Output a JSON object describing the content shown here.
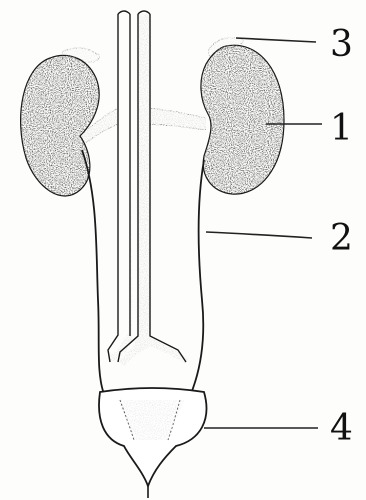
{
  "labels": [
    {
      "id": "label-1",
      "text": "1"
    },
    {
      "id": "label-2",
      "text": "2"
    },
    {
      "id": "label-3",
      "text": "3"
    },
    {
      "id": "label-4",
      "text": "4"
    }
  ],
  "colors": {
    "tissue": "#2b2b2b",
    "outline": "#1a1a1a",
    "vessel_fill": "#cfcfcf",
    "background": "#fdfdfb"
  }
}
